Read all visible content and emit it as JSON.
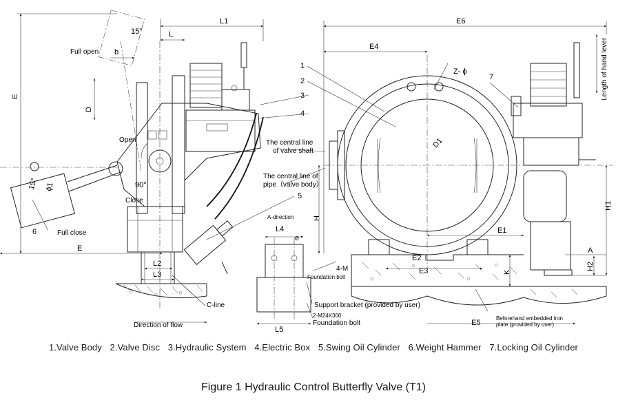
{
  "dimensions": {
    "L1": "L1",
    "L": "L",
    "b": "b",
    "D": "D",
    "E_left": "E",
    "E_bottom": "E",
    "L2": "L2",
    "L3": "L3",
    "L4": "L4",
    "L5": "L5",
    "e": "e",
    "E6": "E6",
    "E4": "E4",
    "E1": "E1",
    "E2": "E2",
    "E3": "E3",
    "E5": "E5",
    "D1": "D1",
    "H": "H",
    "H1": "H1",
    "H2": "H2",
    "K": "K",
    "A": "A",
    "z_phi": "Z- ϕ",
    "phi1": "ϕ1",
    "deg15_top": "15°",
    "deg15_left": "15°",
    "deg90": "90°"
  },
  "labels": {
    "full_open": "Full open",
    "open": "Open",
    "close": "Close",
    "full_close": "Full close",
    "c_line": "C-line",
    "direction_of_flow": "Direction of flow",
    "central_line_shaft_1": "The central line",
    "central_line_shaft_2": "of valve shaft",
    "central_line_pipe_1": "The central line of",
    "central_line_pipe_2": "pipe（valve body）",
    "a_direction": "A-direction",
    "foundation_bolt_4m": "4-M",
    "foundation_bolt": "Foundation bolt",
    "support_bracket": "Support bracket (provided by user)",
    "m24": "2-M24X300",
    "foundation_bolt_2": "Foundation bolt",
    "embedded_1": "Beforehand embedded iron",
    "embedded_2": "plate (provided by user)",
    "hand_lever": "Length of hand lever"
  },
  "callouts": [
    "1",
    "2",
    "3",
    "4",
    "5",
    "6",
    "7"
  ],
  "legend": [
    "1.Valve Body",
    "2.Valve Disc",
    "3.Hydraulic System",
    "4.Electric Box",
    "5.Swing Oil Cylinder",
    "6.Weight Hammer",
    "7.Locking Oil Cylinder"
  ],
  "figure_title": "Figure 1 Hydraulic Control Butterfly Valve  (T1)"
}
